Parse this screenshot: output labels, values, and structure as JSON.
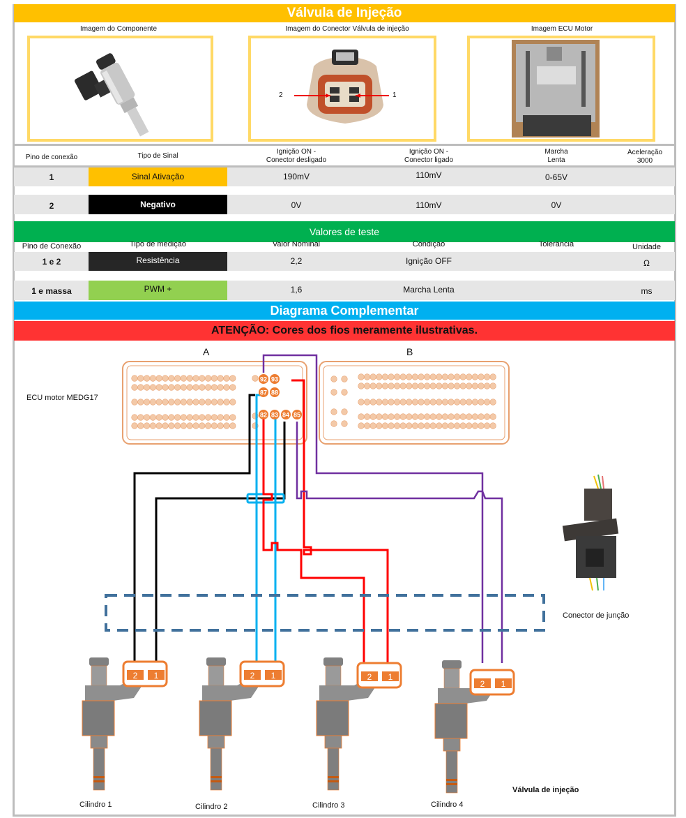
{
  "header": {
    "title": "Válvula de Injeção",
    "title_color": "#ffc000"
  },
  "images": {
    "component_label": "Imagem do Componente",
    "connector_label": "Imagem do Conector Válvula de injeção",
    "ecu_label": "Imagem ECU Motor",
    "connector_pin_left": "2",
    "connector_pin_right": "1"
  },
  "signal_table": {
    "headers": [
      "Pino de conexão",
      "Tipo de Sinal",
      "Ignição ON -\nConector desligado",
      "Ignição ON -\nConector ligado",
      "Marcha\nLenta",
      "Aceleração\n3000"
    ],
    "header_lines": {
      "h2a": "Ignição ON -",
      "h2b": "Conector desligado",
      "h3a": "Ignição ON -",
      "h3b": "Conector ligado",
      "h4a": "Marcha",
      "h4b": "Lenta",
      "h5a": "Aceleração",
      "h5b": "3000"
    },
    "rows": [
      {
        "pin": "1",
        "signal": "Sinal Ativação",
        "signal_color": "#ffc000",
        "ign_off_conn": "190mV",
        "ign_on_conn": "110mV",
        "idle": "0-65V",
        "accel": ""
      },
      {
        "pin": "2",
        "signal": "Negativo",
        "signal_color": "#000000",
        "ign_off_conn": "0V",
        "ign_on_conn": "110mV",
        "idle": "0V",
        "accel": ""
      }
    ]
  },
  "test_values": {
    "title": "Valores de teste",
    "headers": [
      "Pino de Conexão",
      "Tipo de medição",
      "Valor Nominal",
      "Condição",
      "Tolerância",
      "Unidade"
    ],
    "rows": [
      {
        "pin": "1 e 2",
        "type": "Resistência",
        "type_color": "#262626",
        "nominal": "2,2",
        "condition": "Ignição OFF",
        "tolerance": "",
        "unit": "Ω"
      },
      {
        "pin": "1 e massa",
        "type": "PWM +",
        "type_color": "#92d050",
        "nominal": "1,6",
        "condition": "Marcha Lenta",
        "tolerance": "",
        "unit": "ms"
      }
    ]
  },
  "diagram": {
    "title": "Diagrama Complementar",
    "warning": "ATENÇÃO: Cores dos fios meramente ilustrativas.",
    "connector_a": "A",
    "connector_b": "B",
    "ecu_label": "ECU motor MEDG17",
    "junction_label": "Conector de junção",
    "valve_label": "Válvula de injeção",
    "ecu_pins": [
      "92",
      "93",
      "87",
      "88",
      "82",
      "83",
      "84",
      "85"
    ],
    "cylinders": [
      {
        "label": "Cilindro 1",
        "pin2": "2",
        "pin1": "1",
        "wire_color": "#000000"
      },
      {
        "label": "Cilindro 2",
        "pin2": "2",
        "pin1": "1",
        "wire_color": "#00b0f0"
      },
      {
        "label": "Cilindro 3",
        "pin2": "2",
        "pin1": "1",
        "wire_color": "#ff0000"
      },
      {
        "label": "Cilindro 4",
        "pin2": "2",
        "pin1": "1",
        "wire_color": "#7030a0"
      }
    ]
  }
}
